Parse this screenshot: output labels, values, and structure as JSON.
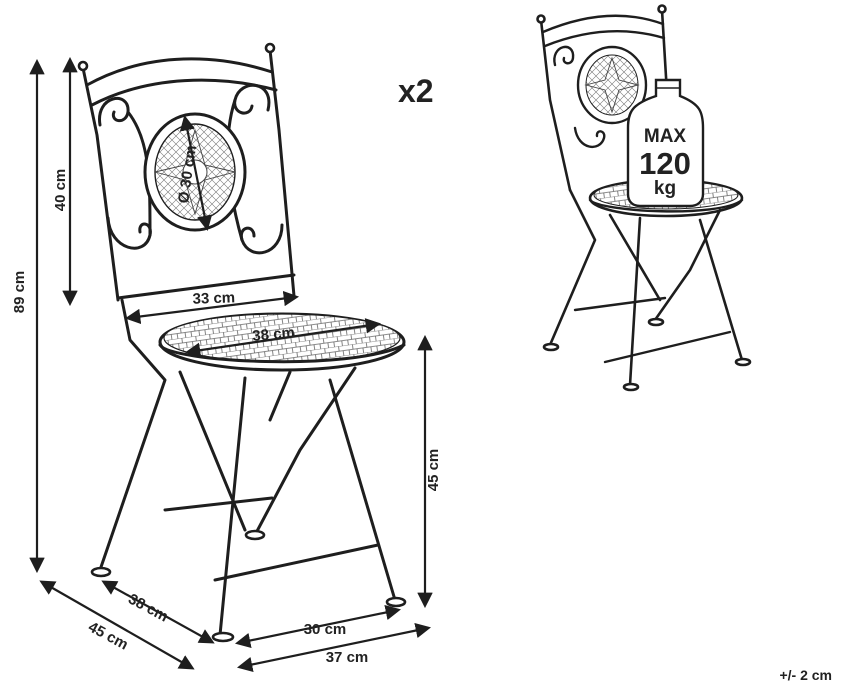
{
  "quantity_label": "x2",
  "dimensions": {
    "total_height": "89 cm",
    "back_height": "40 cm",
    "medallion_diameter": "Ø 30 cm",
    "back_width": "33 cm",
    "seat_diameter": "38 cm",
    "seat_height": "45 cm",
    "depth_inner": "38 cm",
    "depth_outer": "45 cm",
    "width_inner": "30 cm",
    "width_outer": "37 cm"
  },
  "load_badge": {
    "line1": "MAX",
    "line2": "120",
    "line3": "kg"
  },
  "tolerance": "+/- 2 cm"
}
